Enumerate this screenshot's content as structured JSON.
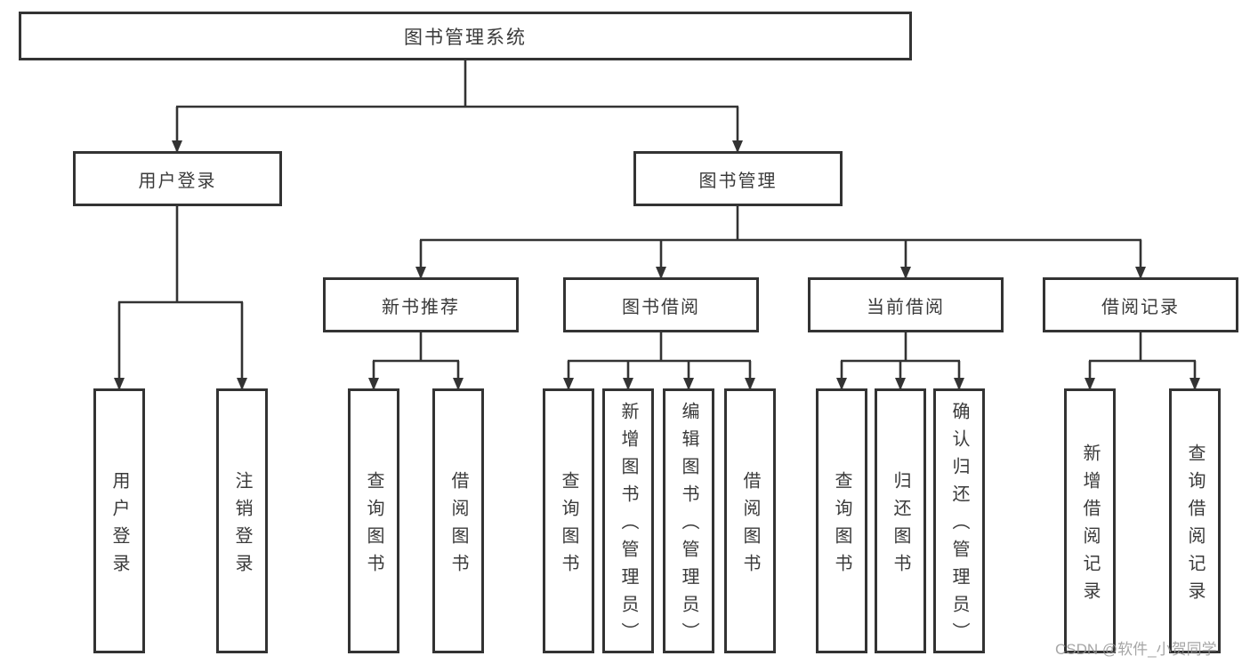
{
  "diagram": {
    "root": {
      "label": "图书管理系统"
    },
    "level2": {
      "user_login": {
        "label": "用户登录"
      },
      "book_mgmt": {
        "label": "图书管理"
      }
    },
    "user_login_children": {
      "login": {
        "label": "用户登录"
      },
      "logout": {
        "label": "注销登录"
      }
    },
    "level3": {
      "new_book_rec": {
        "label": "新书推荐"
      },
      "book_borrow": {
        "label": "图书借阅"
      },
      "cur_borrow": {
        "label": "当前借阅"
      },
      "borrow_rec": {
        "label": "借阅记录"
      }
    },
    "new_book_rec_children": {
      "query_book": {
        "label": "查询图书"
      },
      "borrow_book": {
        "label": "借阅图书"
      }
    },
    "book_borrow_children": {
      "query_book": {
        "label": "查询图书"
      },
      "add_book": {
        "label": "新增图书（管理员）"
      },
      "edit_book": {
        "label": "编辑图书（管理员）"
      },
      "borrow_book": {
        "label": "借阅图书"
      }
    },
    "cur_borrow_children": {
      "query_book": {
        "label": "查询图书"
      },
      "return_book": {
        "label": "归还图书"
      },
      "confirm_return": {
        "label": "确认归还（管理员）"
      }
    },
    "borrow_rec_children": {
      "add_record": {
        "label": "新增借阅记录"
      },
      "query_record": {
        "label": "查询借阅记录"
      }
    },
    "colors": {
      "line": "#333333",
      "text": "#3a3a3a",
      "box_background": "#ffffff",
      "watermark": "#969696"
    },
    "watermark": "CSDN @软件_小贺同学"
  }
}
